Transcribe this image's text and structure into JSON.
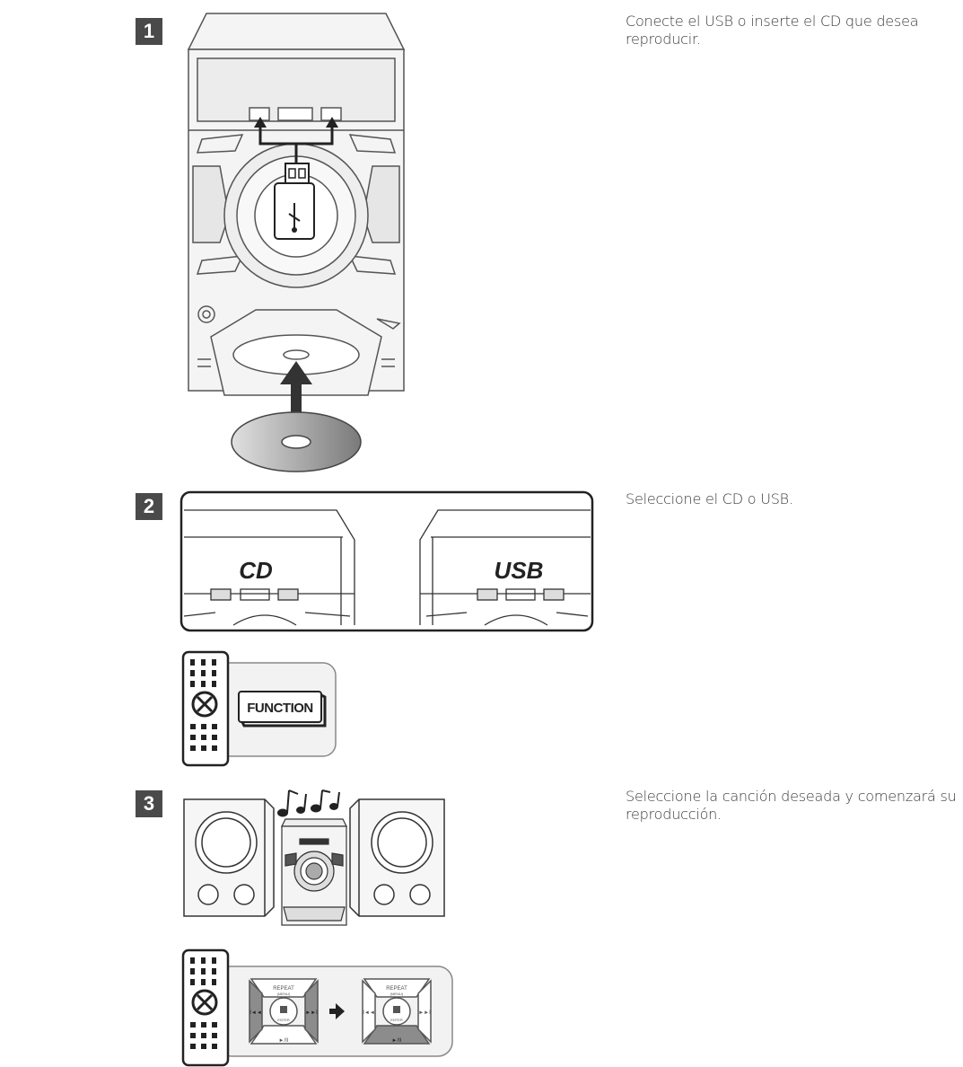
{
  "steps": [
    {
      "number": "1",
      "text": "Conecte el USB o inserte el CD que desea reproducir."
    },
    {
      "number": "2",
      "text": "Seleccione el CD o USB."
    },
    {
      "number": "3",
      "text": "Seleccione la canción deseada y comenzará su reproducción."
    }
  ],
  "labels": {
    "cd": "CD",
    "usb": "USB",
    "function_button": "FUNCTION",
    "repeat": "REPEAT",
    "menu": "(MENU)",
    "enter": "ENTER",
    "play_pause": "►/II",
    "prev": "I◄◄",
    "next": "►►I"
  },
  "icons": [
    "usb-icon",
    "cd-disc-icon",
    "arrow-up-icon",
    "remote-control-icon",
    "music-notes-icon",
    "speaker-icon",
    "arrow-right-icon",
    "stop-icon"
  ]
}
